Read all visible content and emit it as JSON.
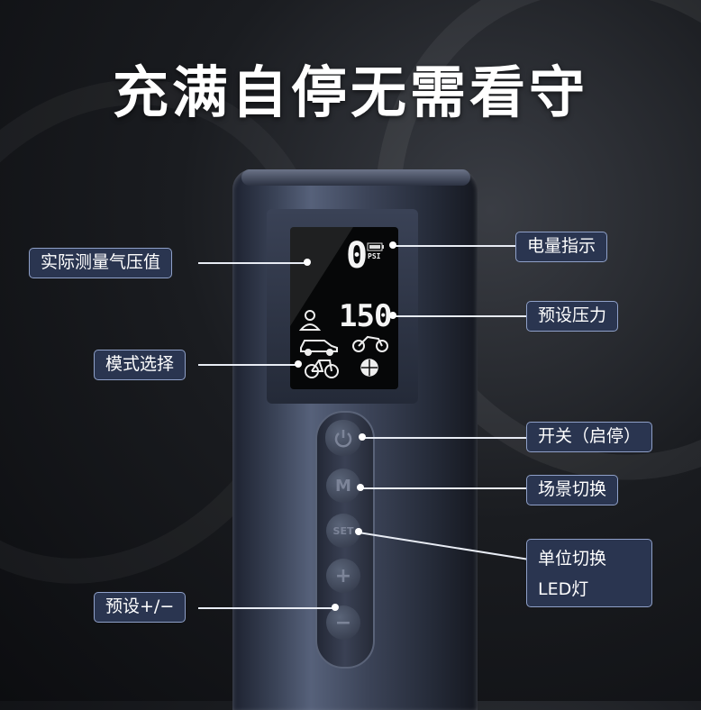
{
  "headline": "充满自停无需看守",
  "display": {
    "current_pressure": "0",
    "unit": "PSI",
    "preset_pressure": "150"
  },
  "buttons": {
    "mode": "M",
    "set": "SET",
    "plus": "+",
    "minus": "−"
  },
  "callouts": {
    "measured": "实际测量气压值",
    "mode_select": "模式选择",
    "preset_adjust": "预设+/−",
    "battery": "电量指示",
    "preset_pressure": "预设压力",
    "power": "开关（启停）",
    "scene_switch": "场景切换",
    "unit_switch_line1": "单位切换",
    "unit_switch_line2": "LED灯"
  },
  "icons": [
    "person-icon",
    "car-icon",
    "motorcycle-icon",
    "bicycle-icon",
    "ball-icon",
    "battery-icon",
    "power-icon"
  ]
}
